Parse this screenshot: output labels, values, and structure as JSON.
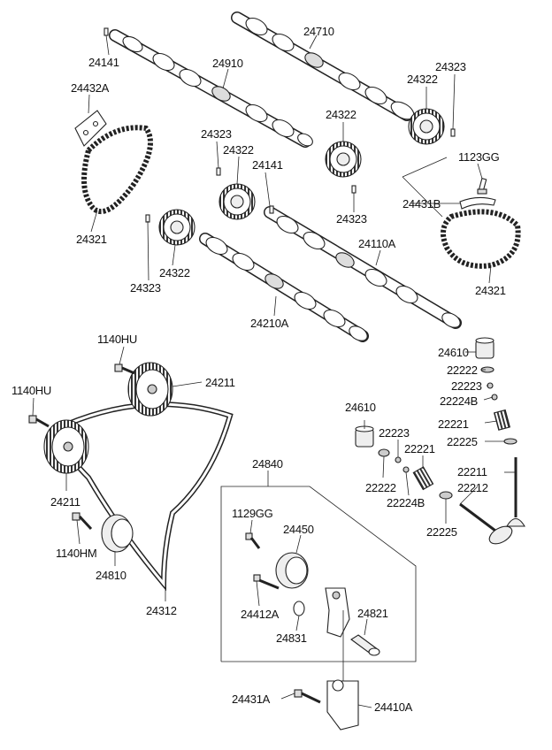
{
  "labels": {
    "p24710": "24710",
    "p24141_top": "24141",
    "p24910": "24910",
    "p24323_top_right": "24323",
    "p24432a": "24432A",
    "p24322_top_right": "24322",
    "p24322_mid_right": "24322",
    "p24323_mid": "24323",
    "p24322_mid": "24322",
    "p24141_mid": "24141",
    "p1123gg": "1123GG",
    "p24323_right": "24323",
    "p24431b": "24431B",
    "p24321_left": "24321",
    "p24110a": "24110A",
    "p24322_left": "24322",
    "p24323_left": "24323",
    "p24321_right": "24321",
    "p24210a": "24210A",
    "p24610_top": "24610",
    "p22222_top": "22222",
    "p22223_top": "22223",
    "p22224b_top": "22224B",
    "p1140hu_top": "1140HU",
    "p24211_top": "24211",
    "p1140hu_left": "1140HU",
    "p24610_mid": "24610",
    "p22221_top": "22221",
    "p22223_mid": "22223",
    "p22225_top": "22225",
    "p22221_mid": "22221",
    "p24840": "24840",
    "p22211": "22211",
    "p22222_mid": "22222",
    "p22212": "22212",
    "p24211_left": "24211",
    "p22224b_mid": "22224B",
    "p1129gg": "1129GG",
    "p22225_bottom": "22225",
    "p24450": "24450",
    "p1140hm": "1140HM",
    "p24810": "24810",
    "p24312": "24312",
    "p24412a": "24412A",
    "p24821": "24821",
    "p24831": "24831",
    "p24431a": "24431A",
    "p24410a": "24410A"
  }
}
